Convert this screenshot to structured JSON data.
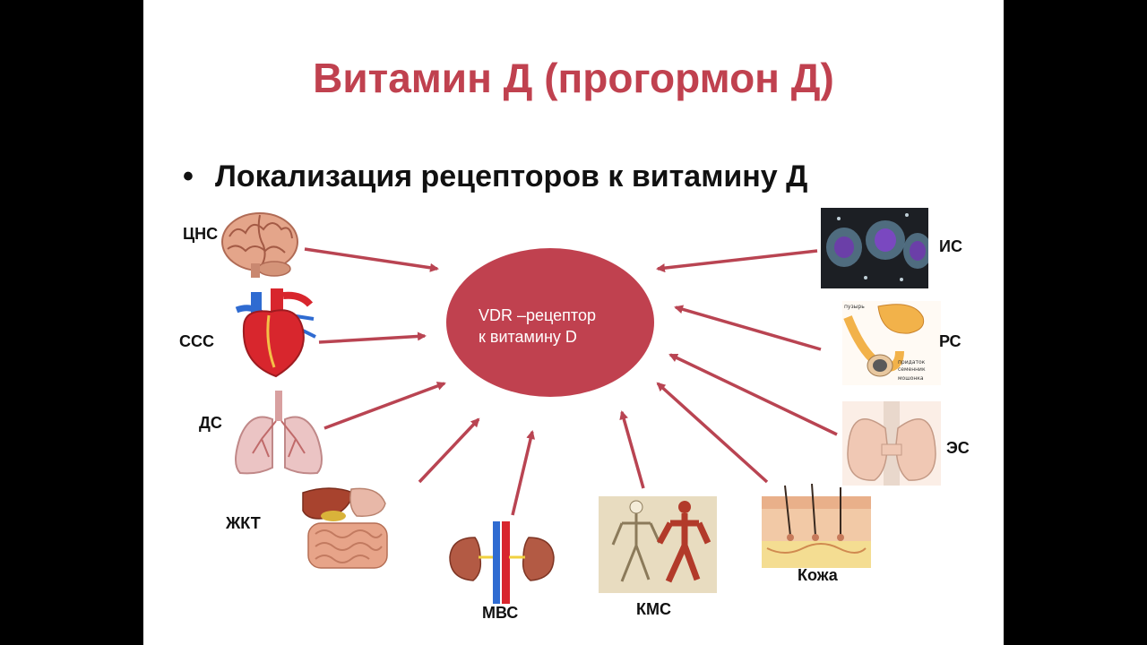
{
  "slide": {
    "title": "Витамин Д (прогормон Д)",
    "bullet": "Локализация рецепторов к витамину Д",
    "center_label": "VDR –рецептор\nк витамину D",
    "colors": {
      "accent": "#c0414f",
      "arrow": "#b94452",
      "background": "#ffffff",
      "frame": "#000000"
    }
  },
  "nodes": {
    "cns": {
      "label": "ЦНС",
      "icon": "brain-icon"
    },
    "ccc": {
      "label": "ССС",
      "icon": "heart-icon"
    },
    "ds": {
      "label": "ДС",
      "icon": "lungs-icon"
    },
    "zhkt": {
      "label": "ЖКТ",
      "icon": "digestive-system-icon"
    },
    "mvs": {
      "label": "МВС",
      "icon": "kidneys-icon"
    },
    "kms": {
      "label": "КМС",
      "icon": "skeleton-muscles-icon"
    },
    "skin": {
      "label": "Кожа",
      "icon": "skin-layers-icon"
    },
    "es": {
      "label": "ЭС",
      "icon": "thyroid-gland-icon"
    },
    "rs": {
      "label": "РС",
      "icon": "reproductive-system-icon"
    },
    "is": {
      "label": "ИС",
      "icon": "immune-cells-icon"
    }
  },
  "rs_labels": [
    "пузырь",
    "придаток",
    "семенник",
    "мошонка"
  ]
}
